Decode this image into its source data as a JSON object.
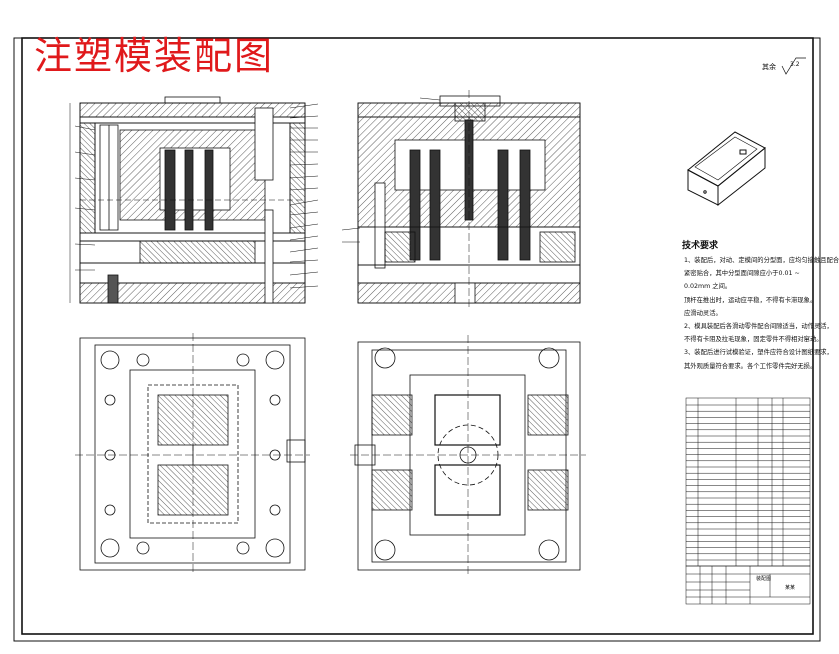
{
  "title": "注塑模装配图",
  "roughness": {
    "label": "其余",
    "value": "3.2"
  },
  "tech_requirements": {
    "heading": "技术要求",
    "lines": [
      "1、装配后，对动、定模间的分型面，应均匀接触且配合",
      "紧密贴合，其中分型面间隙应小于0.01 ~",
      "0.02mm 之间。",
      "顶杆在推出时，运动应平稳，不得有卡滞现象。",
      "应滑动灵活。",
      "2、模具装配后各滑动零件配合间隙适当，动作灵活，",
      "不得有卡阻及拉毛现象，固定零件不得相对窜动。",
      "3、装配后进行试模验证，塑件应符合设计图纸要求，",
      "其外观质量符合要求。各个工作零件完好无损。"
    ]
  },
  "title_block": {
    "drawing_name": "装配图",
    "company": "某某"
  },
  "colors": {
    "title_red": "#e0191b",
    "line": "#111111",
    "hatch": "#333333"
  }
}
